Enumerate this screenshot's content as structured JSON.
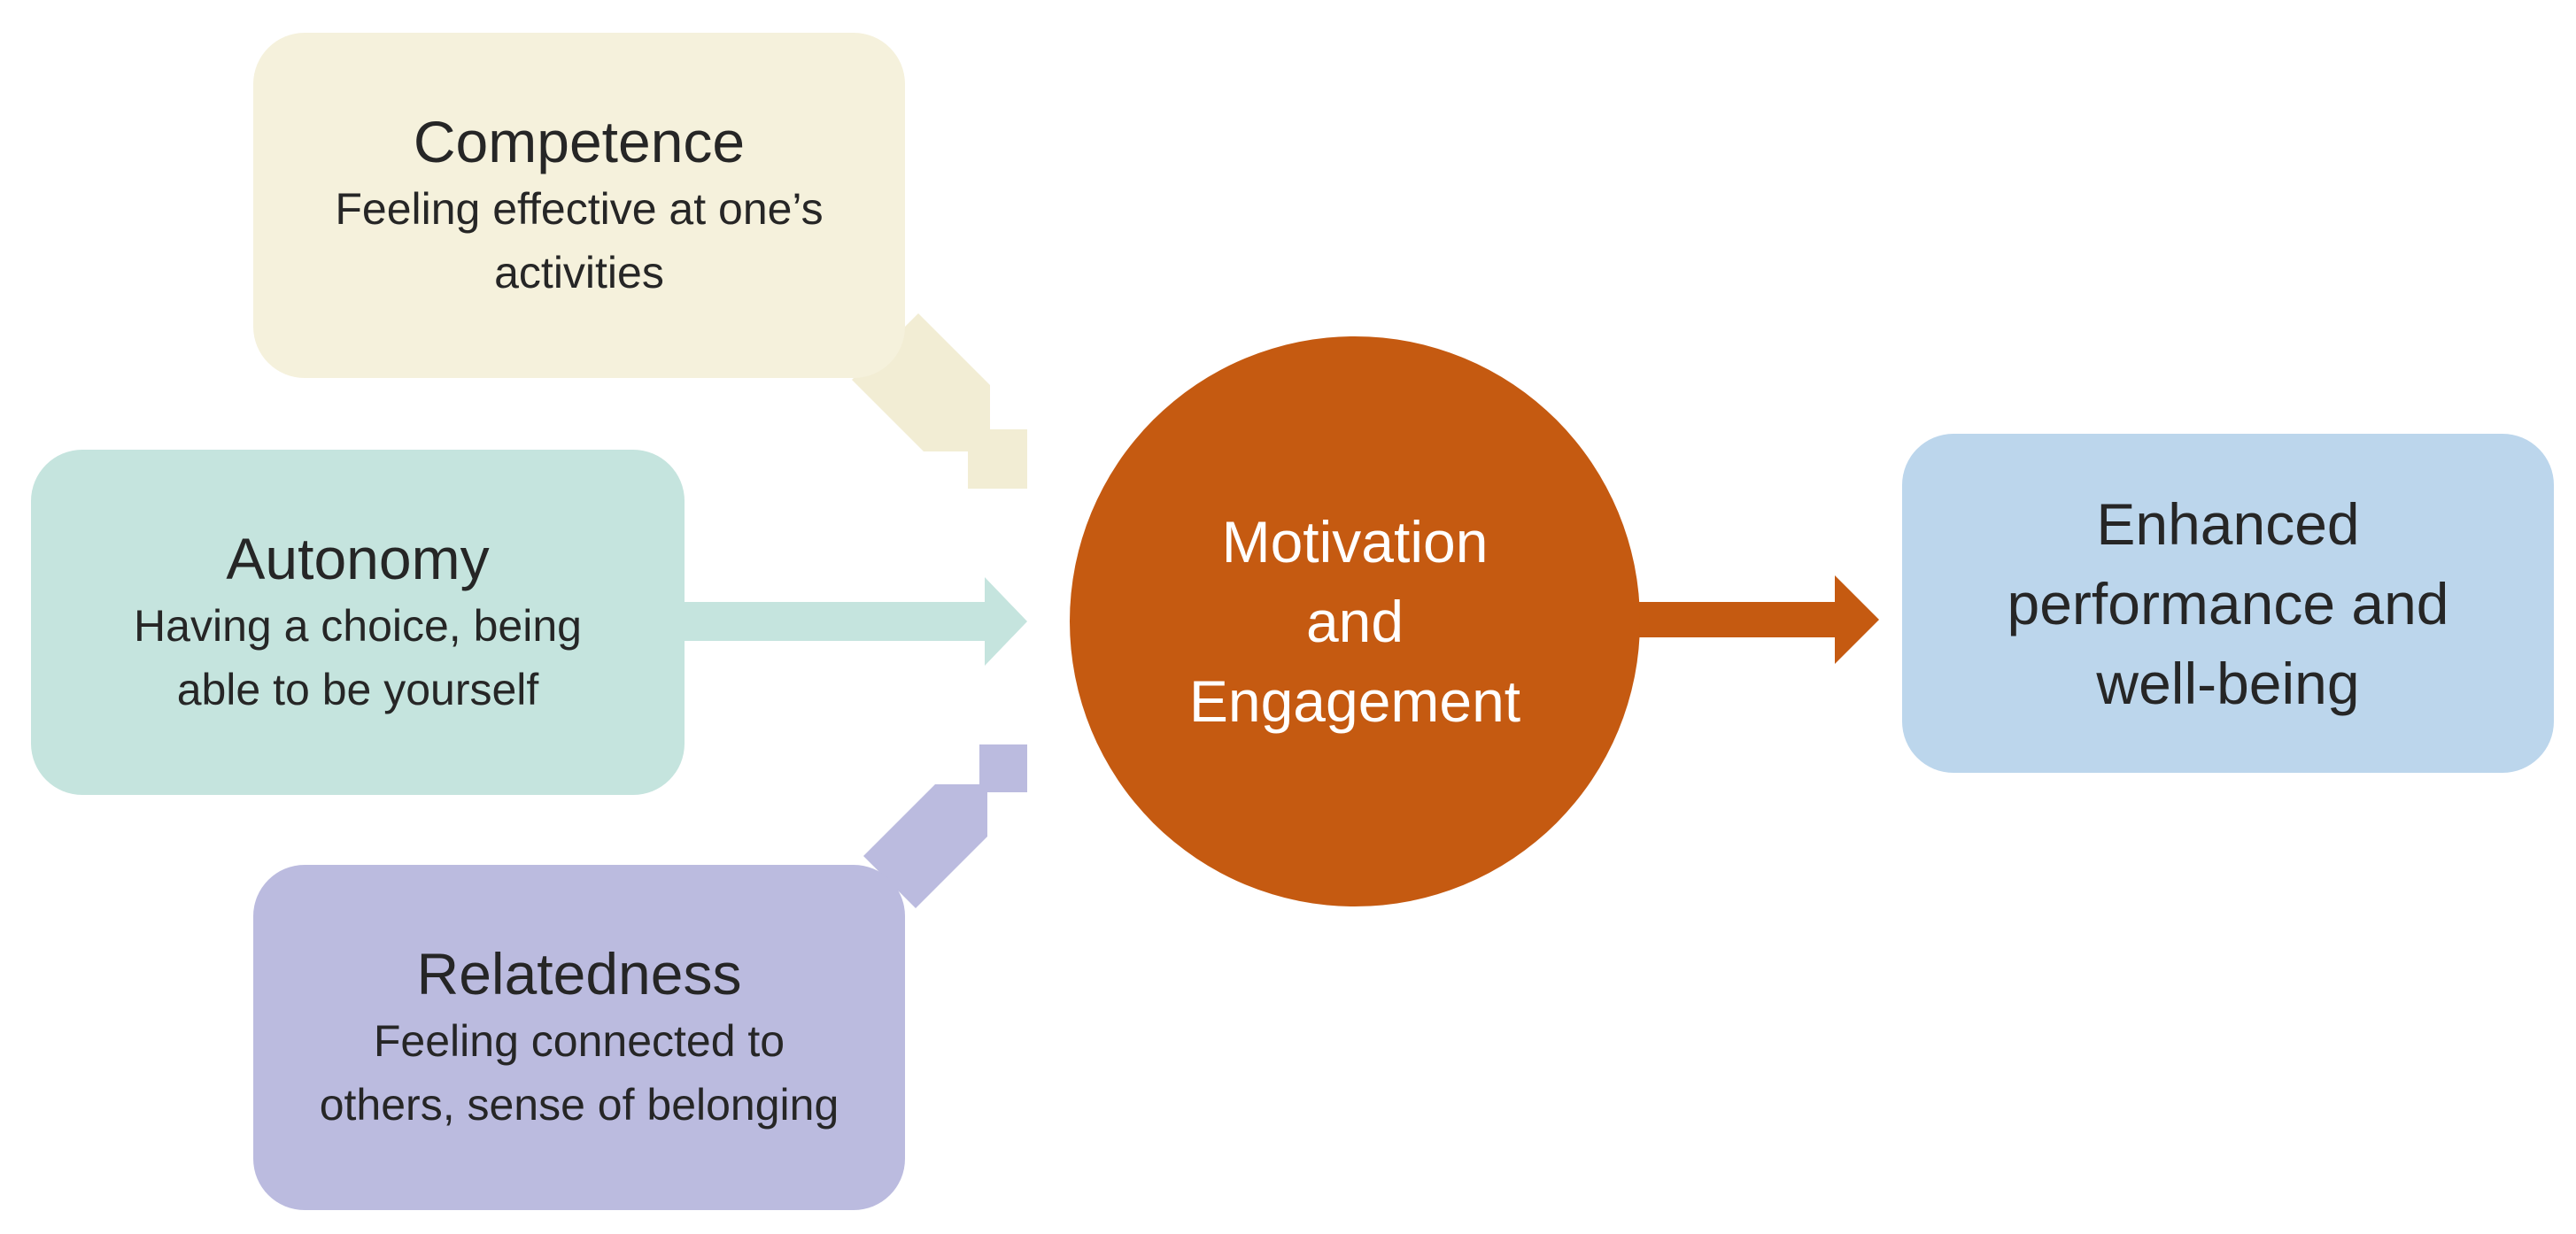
{
  "colors": {
    "competence": "#f5f1dc",
    "autonomy": "#c5e4de",
    "relatedness": "#bbbbdf",
    "motivation": "#c55a11",
    "outcome": "#bcd6ec",
    "arrow_competence": "#f2edd4",
    "arrow_autonomy": "#c5e4de",
    "arrow_relatedness": "#bbbbdf",
    "arrow_outcome": "#c55a11"
  },
  "needs": {
    "competence": {
      "title": "Competence",
      "description": "Feeling effective at one’s\nactivities"
    },
    "autonomy": {
      "title": "Autonomy",
      "description": "Having a choice, being\nable to be yourself"
    },
    "relatedness": {
      "title": "Relatedness",
      "description": "Feeling connected to\nothers, sense of belonging"
    }
  },
  "center": {
    "title": "Motivation\nand\nEngagement"
  },
  "outcome": {
    "title": "Enhanced\nperformance and\nwell-being"
  }
}
